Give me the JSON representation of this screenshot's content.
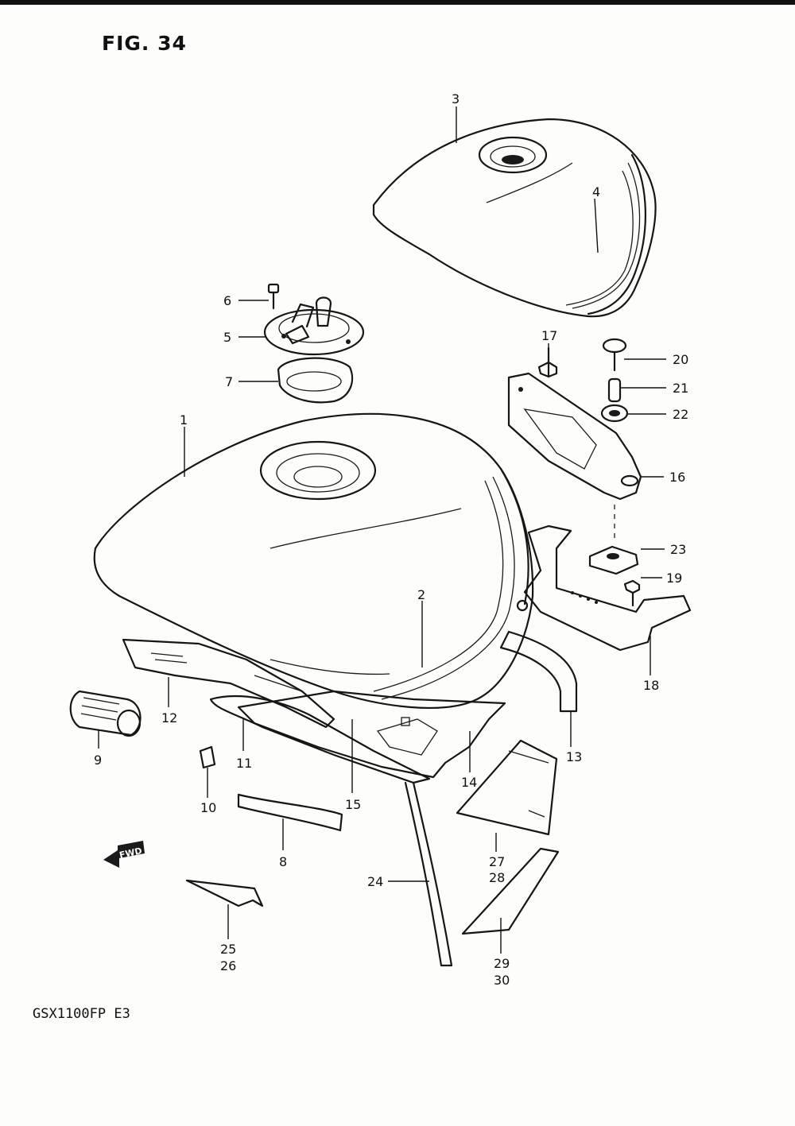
{
  "figure": {
    "title": "FIG. 34",
    "model_code": "GSX1100FP  E3",
    "direction_arrow": "FWD"
  },
  "callouts": [
    {
      "id": "c1",
      "text": "1"
    },
    {
      "id": "c2",
      "text": "2"
    },
    {
      "id": "c3",
      "text": "3"
    },
    {
      "id": "c4",
      "text": "4"
    },
    {
      "id": "c5",
      "text": "5"
    },
    {
      "id": "c6",
      "text": "6"
    },
    {
      "id": "c7",
      "text": "7"
    },
    {
      "id": "c8",
      "text": "8"
    },
    {
      "id": "c9",
      "text": "9"
    },
    {
      "id": "c10",
      "text": "10"
    },
    {
      "id": "c11",
      "text": "11"
    },
    {
      "id": "c12",
      "text": "12"
    },
    {
      "id": "c13",
      "text": "13"
    },
    {
      "id": "c14",
      "text": "14"
    },
    {
      "id": "c15",
      "text": "15"
    },
    {
      "id": "c16",
      "text": "16"
    },
    {
      "id": "c17",
      "text": "17"
    },
    {
      "id": "c18",
      "text": "18"
    },
    {
      "id": "c19",
      "text": "19"
    },
    {
      "id": "c20",
      "text": "20"
    },
    {
      "id": "c21",
      "text": "21"
    },
    {
      "id": "c22",
      "text": "22"
    },
    {
      "id": "c23",
      "text": "23"
    },
    {
      "id": "c24",
      "text": "24"
    },
    {
      "id": "c25",
      "text": "25"
    },
    {
      "id": "c26",
      "text": "26"
    },
    {
      "id": "c27",
      "text": "27"
    },
    {
      "id": "c28",
      "text": "28"
    },
    {
      "id": "c29",
      "text": "29"
    },
    {
      "id": "c30",
      "text": "30"
    }
  ]
}
